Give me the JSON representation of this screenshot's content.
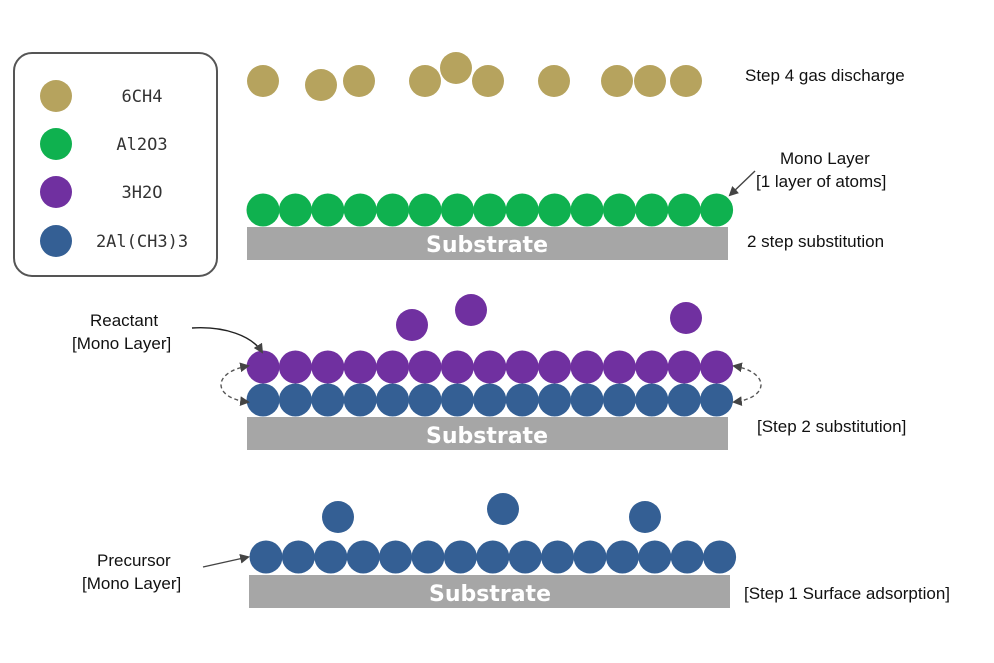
{
  "legend": {
    "items": [
      {
        "label": "6CH4",
        "color": "#b6a35e"
      },
      {
        "label": "Al2O3",
        "color": "#0fb14f"
      },
      {
        "label": "3H2O",
        "color": "#7030a0"
      },
      {
        "label": "2Al(CH3)3",
        "color": "#345f94"
      }
    ]
  },
  "substrate_label": "Substrate",
  "colors": {
    "substrate": "#a6a6a6",
    "ch4": "#b6a35e",
    "al2o3": "#0fb14f",
    "h2o": "#7030a0",
    "tma": "#345f94",
    "arrow": "#444444"
  },
  "labels": {
    "step4": "Step 4 gas discharge",
    "mono_layer_line1": "Mono Layer",
    "mono_layer_line2": "[1 layer of atoms]",
    "two_step": "2 step substitution",
    "reactant_line1": "Reactant",
    "reactant_line2": "[Mono Layer]",
    "step2": "[Step 2 substitution]",
    "precursor_line1": "Precursor",
    "precursor_line2": "[Mono Layer]",
    "step1": "[Step 1 Surface adsorption]"
  },
  "rows": {
    "layer_atom_count": 15,
    "ch4_molecule_count": 10,
    "free_h2o_count": 3,
    "free_tma_count": 3
  }
}
